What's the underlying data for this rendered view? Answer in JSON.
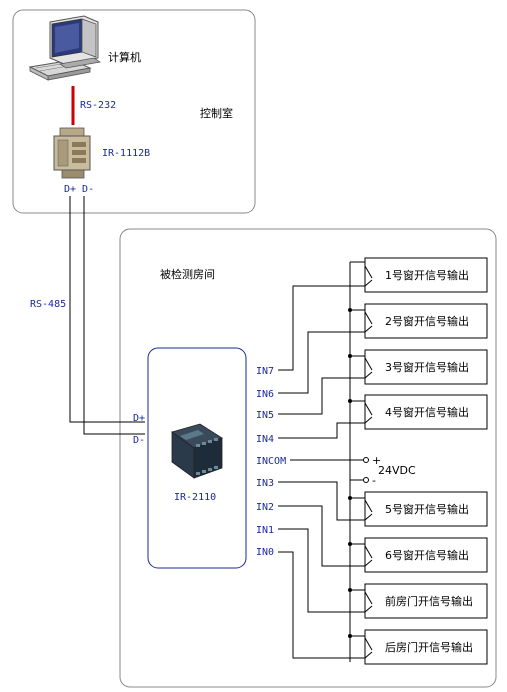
{
  "control_room": {
    "title": "控制室",
    "computer_label": "计算机",
    "rs232_label": "RS-232",
    "converter_label": "IR-1112B",
    "dplus_dminus_label": "D+ D-"
  },
  "monitored_room": {
    "title": "被检测房间",
    "rs485_label": "RS-485",
    "module_label": "IR-2110",
    "dplus": "D+",
    "dminus": "D-",
    "supply": "24VDC",
    "plus": "+",
    "minus": "-",
    "inputs": [
      "IN7",
      "IN6",
      "IN5",
      "IN4",
      "INCOM",
      "IN3",
      "IN2",
      "IN1",
      "IN0"
    ],
    "outputs": [
      "1号窗开信号输出",
      "2号窗开信号输出",
      "3号窗开信号输出",
      "4号窗开信号输出",
      "5号窗开信号输出",
      "6号窗开信号输出",
      "前房门开信号输出",
      "后房门开信号输出"
    ]
  },
  "colors": {
    "wire": "#000000",
    "rs232_wire": "#cc0000",
    "module_border": "#1a2a9a",
    "label_blue": "#1a2a9a"
  }
}
